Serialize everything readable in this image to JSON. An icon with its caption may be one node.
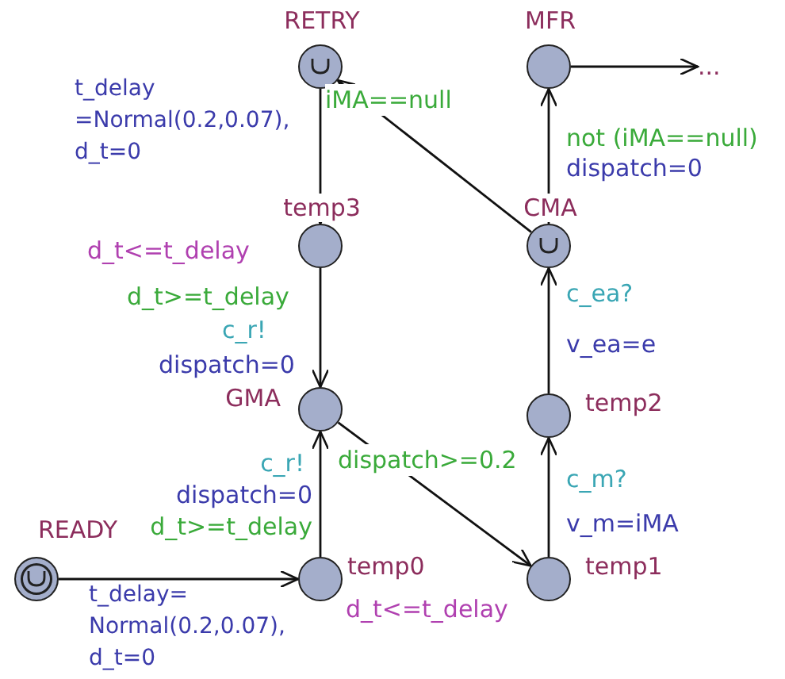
{
  "diagram": {
    "nodes": [
      {
        "text": [
          "RETRY"
        ]
      },
      {
        "text": [
          "MFR"
        ]
      },
      {
        "text": [
          "temp3"
        ],
        "beside": [
          "d_t<=t_delay"
        ]
      },
      {
        "text": [
          "CMA"
        ]
      },
      {
        "text": [
          "GMA"
        ]
      },
      {
        "text": [
          "temp2"
        ]
      },
      {
        "text": [
          "READY"
        ]
      },
      {
        "text": [
          "temp0"
        ],
        "beside": [
          "d_t<=t_delay"
        ]
      },
      {
        "text": [
          "temp1"
        ]
      },
      {
        "text": [
          "..."
        ]
      }
    ],
    "edges": [
      {
        "from": 0,
        "to": 2,
        "arrow": "to"
      },
      {
        "from": 2,
        "to": 4,
        "arrow": "to"
      },
      {
        "from": 7,
        "to": 4,
        "arrow": "to"
      },
      {
        "from": 4,
        "to": 8,
        "arrow": "to"
      },
      {
        "from": 8,
        "to": 5,
        "arrow": "to"
      },
      {
        "from": 5,
        "to": 3,
        "arrow": "to"
      },
      {
        "from": 3,
        "to": 0,
        "arrow": "to"
      },
      {
        "from": 3,
        "to": 1,
        "arrow": "to"
      },
      {
        "from": 1,
        "to": 9,
        "arrow": "to"
      },
      {
        "from": 6,
        "to": 7,
        "arrow": "to"
      }
    ],
    "labels": [
      "t_delay =Normal(0.2,0.07), d_t=0",
      "iMA==null",
      "not (iMA==null)",
      "dispatch=0",
      "d_t>=t_delay",
      "c_r!",
      "dispatch=0",
      "c_ea?",
      "v_ea=e",
      "c_r!",
      "dispatch>=0.2",
      "dispatch=0",
      "c_m?",
      "d_t>=t_delay",
      "v_m=iMA",
      "t_delay= Normal(0.2,0.07), d_t=0"
    ]
  }
}
